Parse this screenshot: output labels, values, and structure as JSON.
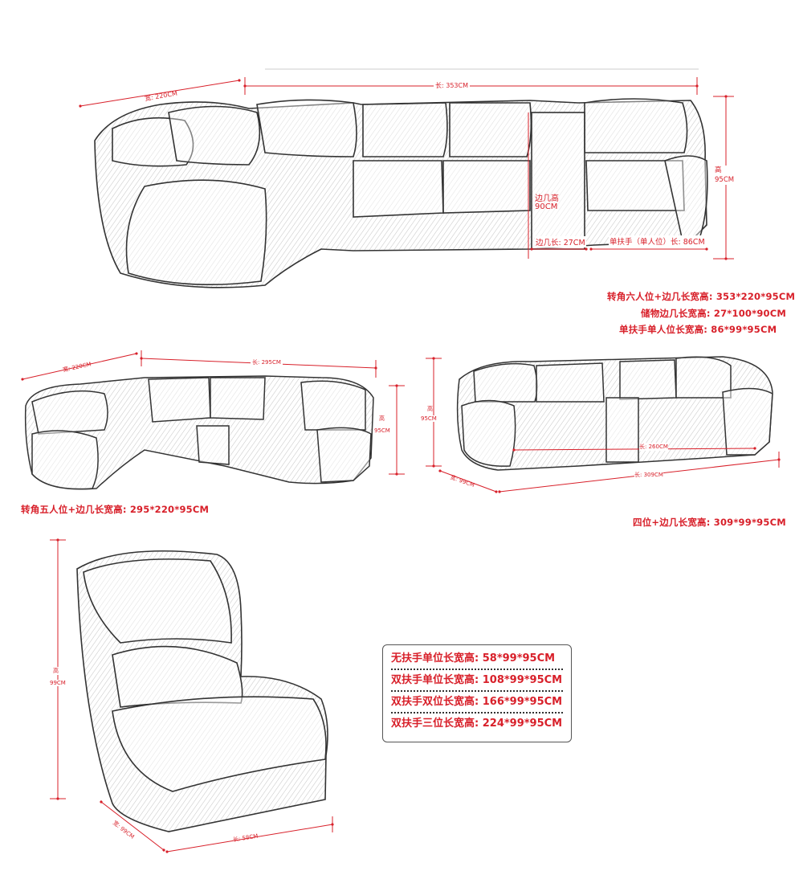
{
  "top_sofa": {
    "width_label": "宽: 220CM",
    "length_label": "长: 353CM",
    "height_label": "高\n95CM",
    "side_height_label_1": "边几高",
    "side_height_label_2": "90CM",
    "side_length_label": "边几长: 27CM",
    "single_arm_label": "单扶手（单人位）长: 86CM",
    "specs": [
      "转角六人位+边几长宽高: 353*220*95CM",
      "储物边几长宽高: 27*100*90CM",
      "单扶手单人位长宽高: 86*99*95CM"
    ]
  },
  "corner_five": {
    "width_label": "宽: 220CM",
    "length_label": "长: 295CM",
    "height_label_1": "高",
    "height_label_2": "95CM",
    "caption": "转角五人位+边几长宽高: 295*220*95CM"
  },
  "four_seat": {
    "height_label_1": "高",
    "height_label_2": "95CM",
    "inner_label": "长: 260CM",
    "width_label": "宽: 99CM",
    "length_label": "长: 309CM",
    "caption": "四位+边几长宽高: 309*99*95CM"
  },
  "single_chair": {
    "height_label_1": "高",
    "height_label_2": "99CM",
    "width_label": "宽: 99CM",
    "length_label": "长: 58CM"
  },
  "spec_table": [
    "无扶手单位长宽高: 58*99*95CM",
    "双扶手单位长宽高: 108*99*95CM",
    "双扶手双位长宽高: 166*99*95CM",
    "双扶手三位长宽高: 224*99*95CM"
  ],
  "colors": {
    "dimension_red": "#d8202a",
    "sketch_ink": "#3a3a3a"
  }
}
